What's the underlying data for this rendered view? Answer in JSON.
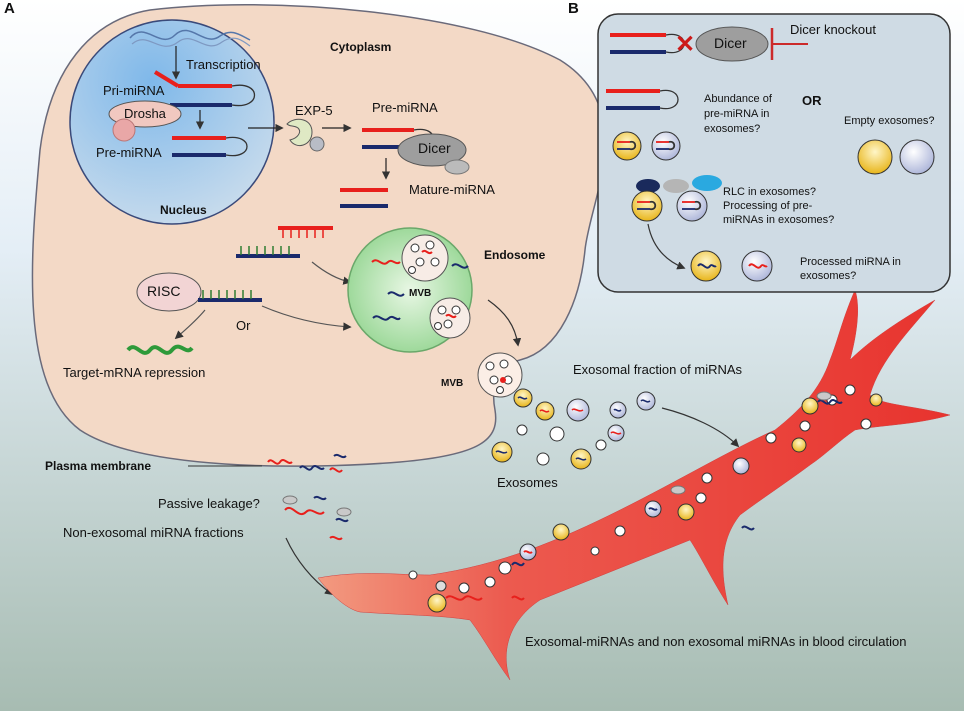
{
  "panel_a": {
    "letter": "A",
    "cytoplasm": "Cytoplasm",
    "nucleus": "Nucleus",
    "transcription": "Transcription",
    "pri_mirna": "Pri-miRNA",
    "drosha": "Drosha",
    "pre_mirna_nucleus": "Pre-miRNA",
    "exp5": "EXP-5",
    "pre_mirna_cytoplasm": "Pre-miRNA",
    "dicer": "Dicer",
    "mature_mirna": "Mature-miRNA",
    "endosome": "Endosome",
    "mvb_inner_1": "MVB",
    "mvb_membrane": "MVB",
    "risc": "RISC",
    "or": "Or",
    "target_repression": "Target-mRNA repression",
    "plasma_membrane": "Plasma membrane",
    "exosomal_fraction": "Exosomal fraction of miRNAs",
    "exosomes": "Exosomes",
    "passive_leakage": "Passive leakage?",
    "non_exosomal": "Non-exosomal miRNA fractions",
    "blood_circulation": "Exosomal-miRNAs and non exosomal miRNAs in blood circulation"
  },
  "panel_b": {
    "letter": "B",
    "dicer": "Dicer",
    "dicer_knockout": "Dicer knockout",
    "abundance_line1": "Abundance of",
    "abundance_line2": "pre-miRNA in",
    "abundance_line3": "exosomes?",
    "or": "OR",
    "empty_exosomes": "Empty  exosomes?",
    "rlc_line1": "RLC in exosomes?",
    "rlc_line2": "Processing of pre-",
    "rlc_line3": "miRNAs in exosomes?",
    "processed_line1": "Processed miRNA in",
    "processed_line2": "exosomes?"
  },
  "colors": {
    "cell": "#f3d9c6",
    "nucleus": "#a9d0ee",
    "endosome": "#b6e3b3",
    "blood_vessel": "#e8413c",
    "mirna_red": "#e8201c",
    "mirna_blue": "#1a2a6c",
    "panel_b_bg": "#cfdbe4"
  }
}
